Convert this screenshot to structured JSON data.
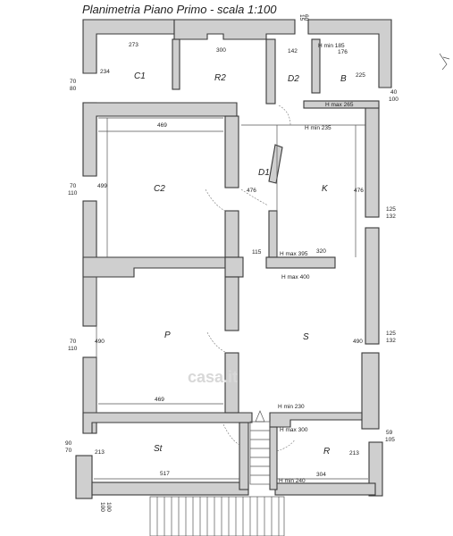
{
  "title": "Planimetria Piano Primo - scala 1:100",
  "rooms": {
    "c1": "C1",
    "r2": "R2",
    "d2": "D2",
    "b": "B",
    "c2": "C2",
    "d1": "D1",
    "k": "K",
    "p": "P",
    "s": "S",
    "st": "St",
    "r": "R"
  },
  "dims": {
    "d273": "273",
    "d300": "300",
    "d142": "142",
    "d176": "176",
    "d225": "225",
    "d234": "234",
    "d469a": "469",
    "d499": "499",
    "d476a": "476",
    "d476b": "476",
    "d115": "115",
    "d320": "320",
    "d490a": "490",
    "d490b": "490",
    "d469b": "469",
    "d213a": "213",
    "d213b": "213",
    "d517": "517",
    "d304": "304"
  },
  "heights": {
    "hmin185": "H min 185",
    "hmax265": "H max 265",
    "hmin235": "H min 235",
    "hmax395": "H max 395",
    "hmax400": "H max 400",
    "hmin230": "H min 230",
    "hmax300": "H max 300",
    "hmin240": "H min 240"
  },
  "openings": {
    "l1a": "70",
    "l1b": "80",
    "l2a": "70",
    "l2b": "110",
    "l3a": "70",
    "l3b": "110",
    "l4a": "90",
    "l4b": "70",
    "r1a": "40",
    "r1b": "100",
    "r2a": "125",
    "r2b": "132",
    "r3a": "125",
    "r3b": "132",
    "r4a": "59",
    "r4b": "105",
    "t1": "15",
    "t2": "60",
    "b1": "100",
    "b2": "100"
  },
  "watermark": "casa.it"
}
